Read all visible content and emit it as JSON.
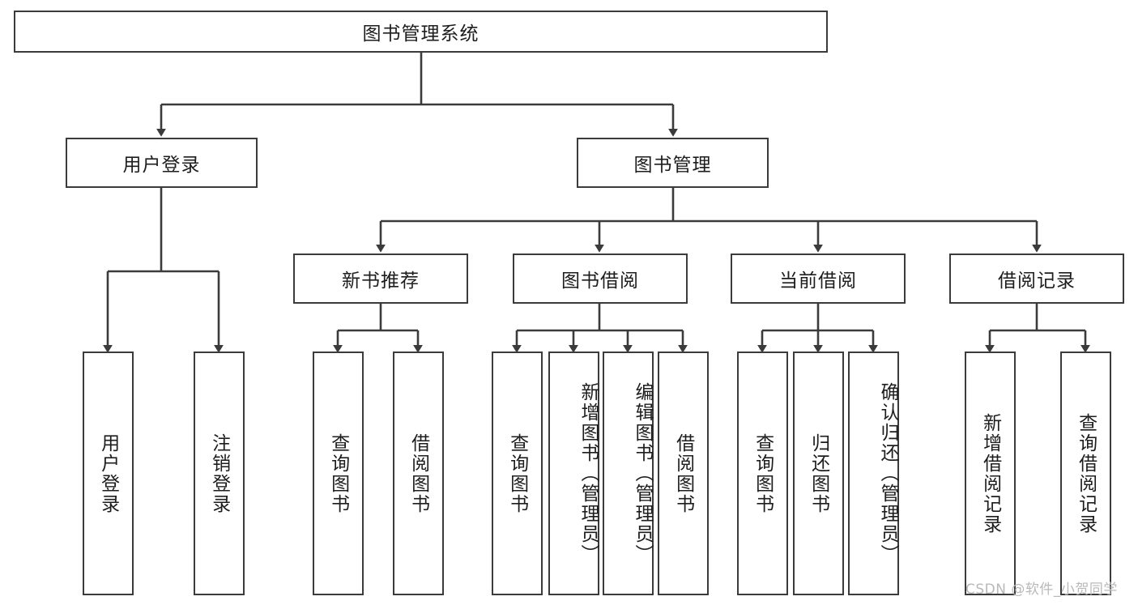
{
  "diagram": {
    "type": "hierarchy-tree",
    "title": "图书管理系统",
    "root": {
      "label": "图书管理系统"
    },
    "level1": [
      {
        "label": "用户登录"
      },
      {
        "label": "图书管理"
      }
    ],
    "level2": [
      {
        "label": "新书推荐",
        "parent": "图书管理"
      },
      {
        "label": "图书借阅",
        "parent": "图书管理"
      },
      {
        "label": "当前借阅",
        "parent": "图书管理"
      },
      {
        "label": "借阅记录",
        "parent": "图书管理"
      }
    ],
    "leaves": {
      "user_login": [
        {
          "label": "用户登录"
        },
        {
          "label": "注销登录"
        }
      ],
      "new_book_recommend": [
        {
          "label": "查询图书"
        },
        {
          "label": "借阅图书"
        }
      ],
      "book_borrow": [
        {
          "label": "查询图书"
        },
        {
          "label": "新增图书（管理员）"
        },
        {
          "label": "编辑图书（管理员）"
        },
        {
          "label": "借阅图书"
        }
      ],
      "current_borrow": [
        {
          "label": "查询图书"
        },
        {
          "label": "归还图书"
        },
        {
          "label": "确认归还（管理员）"
        }
      ],
      "borrow_record": [
        {
          "label": "新增借阅记录"
        },
        {
          "label": "查询借阅记录"
        }
      ]
    }
  },
  "watermark": {
    "text": "CSDN @软件_小贺同学"
  },
  "colors": {
    "stroke": "#3b3b3b",
    "background": "#ffffff",
    "text": "#1d1d1d",
    "watermark": "#b9b9b9"
  }
}
